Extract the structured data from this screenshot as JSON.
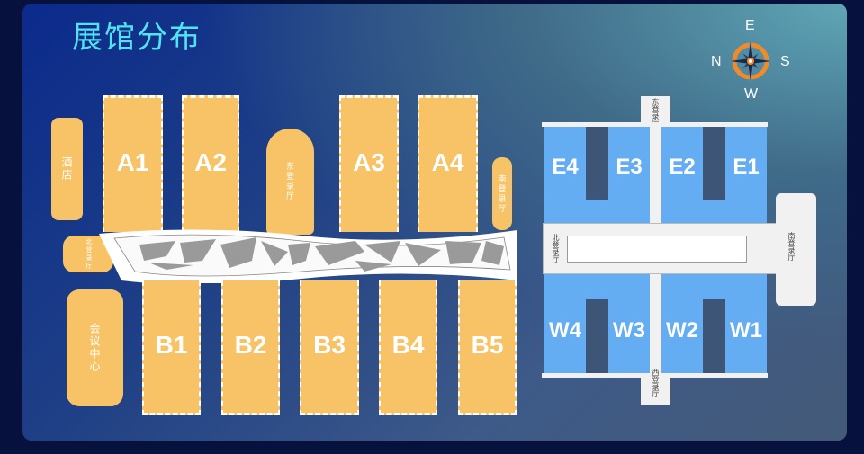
{
  "title": "展馆分布",
  "compass": {
    "e": "E",
    "n": "N",
    "s": "S",
    "w": "W"
  },
  "west_complex": {
    "hotel": "酒店",
    "east_hall": "东登录厅",
    "south_hall": "南登录厅",
    "north_hall": "北登录厅",
    "conference": "会议中心",
    "a_halls": [
      "A1",
      "A2",
      "A3",
      "A4"
    ],
    "b_halls": [
      "B1",
      "B2",
      "B3",
      "B4",
      "B5"
    ]
  },
  "east_complex": {
    "e_halls": [
      "E4",
      "E3",
      "E2",
      "E1"
    ],
    "w_halls": [
      "W4",
      "W3",
      "W2",
      "W1"
    ],
    "east_hall": "东登录厅",
    "west_hall": "西登录厅",
    "north_hall": "北登录厅",
    "south_hall": "南登录厅"
  },
  "colors": {
    "hall_orange": "#f8c366",
    "hall_blue": "#64adf3",
    "title": "#52e3f2"
  }
}
